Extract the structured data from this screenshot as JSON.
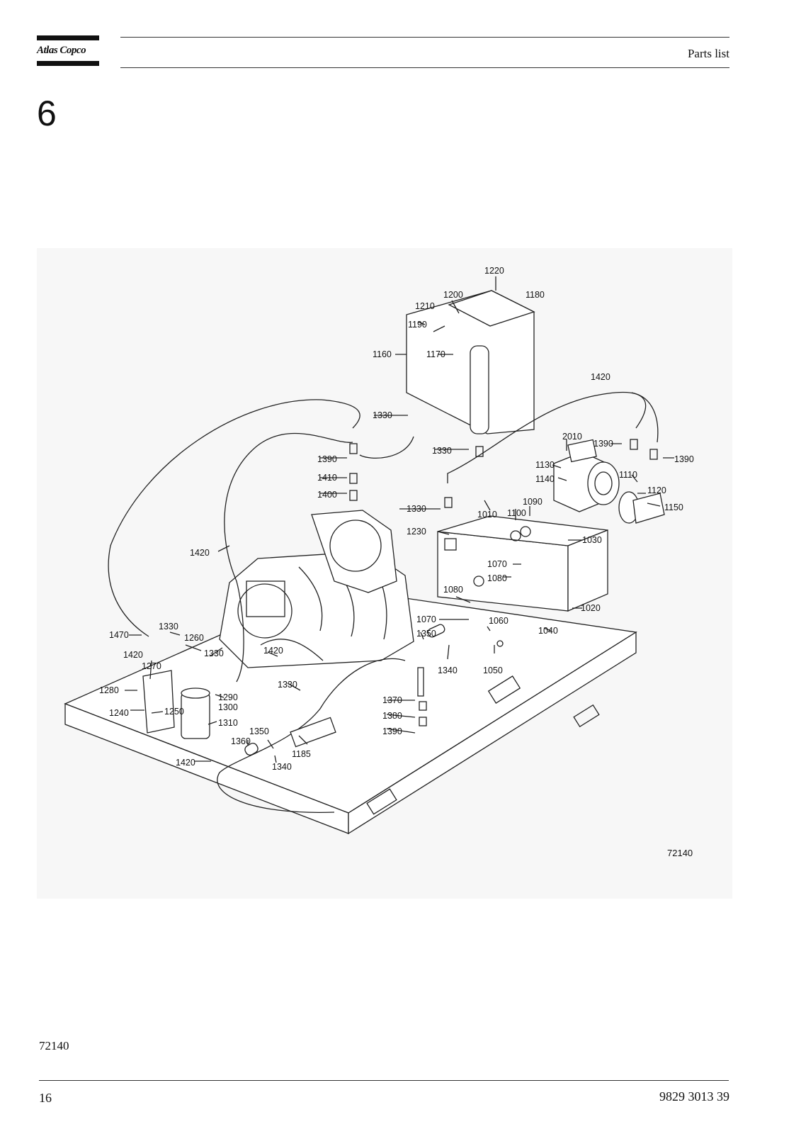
{
  "header": {
    "brand": "Atlas Copco",
    "title": "Parts list"
  },
  "section": {
    "number": "6"
  },
  "figure": {
    "drawing_id": "72140",
    "part_labels": [
      "1220",
      "1200",
      "1180",
      "1210",
      "1190",
      "1160",
      "1170",
      "1420",
      "1330",
      "2010",
      "1390",
      "1390",
      "1330",
      "1130",
      "1390",
      "1110",
      "1140",
      "1410",
      "1120",
      "1400",
      "1090",
      "1150",
      "1330",
      "1010",
      "1100",
      "1230",
      "1030",
      "1420",
      "1070",
      "1080",
      "1080",
      "1020",
      "1070",
      "1060",
      "1040",
      "1330",
      "1470",
      "1350",
      "1260",
      "1420",
      "1330",
      "1420",
      "1340",
      "1050",
      "1270",
      "1330",
      "1280",
      "1290",
      "1300",
      "1370",
      "1240",
      "1250",
      "1380",
      "1310",
      "1350",
      "1390",
      "1360",
      "1185",
      "1340",
      "1420"
    ]
  },
  "footer": {
    "figure_ref": "72140",
    "page_number": "16",
    "doc_number": "9829 3013 39"
  }
}
